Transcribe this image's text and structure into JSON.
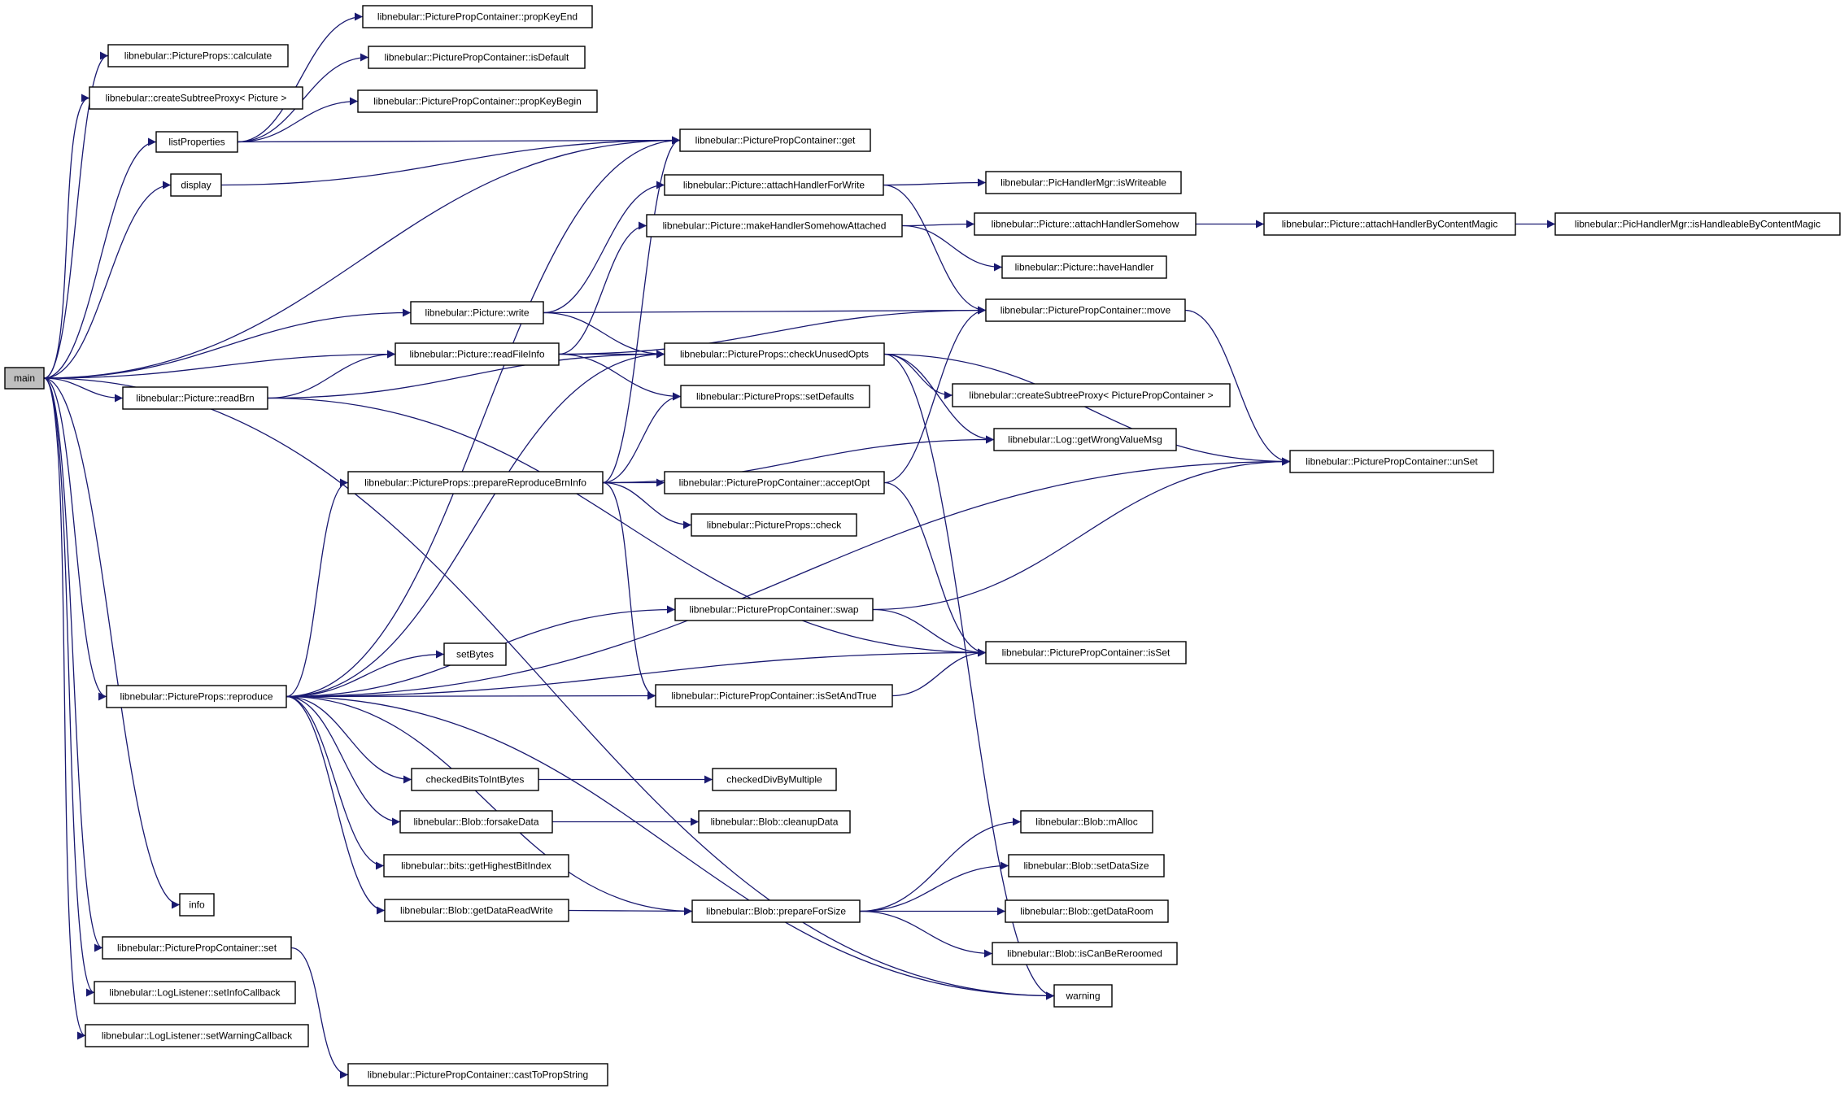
{
  "colors": {
    "edge": "#191970",
    "node_border": "#000000",
    "node_fill": "#ffffff",
    "root_fill": "#bfbfbf",
    "background": "#ffffff"
  },
  "nodes": [
    {
      "id": "main",
      "label": "main",
      "root": true
    },
    {
      "id": "calculate",
      "label": "libnebular::PictureProps::calculate"
    },
    {
      "id": "createSubtreePicture",
      "label": "libnebular::createSubtreeProxy< Picture >"
    },
    {
      "id": "listProperties",
      "label": "listProperties"
    },
    {
      "id": "display",
      "label": "display"
    },
    {
      "id": "propKeyEnd",
      "label": "libnebular::PicturePropContainer::propKeyEnd"
    },
    {
      "id": "isDefault",
      "label": "libnebular::PicturePropContainer::isDefault"
    },
    {
      "id": "propKeyBegin",
      "label": "libnebular::PicturePropContainer::propKeyBegin"
    },
    {
      "id": "get",
      "label": "libnebular::PicturePropContainer::get"
    },
    {
      "id": "attachHandlerForWrite",
      "label": "libnebular::Picture::attachHandlerForWrite"
    },
    {
      "id": "isWriteable",
      "label": "libnebular::PicHandlerMgr::isWriteable"
    },
    {
      "id": "makeHandlerSomehowAttached",
      "label": "libnebular::Picture::makeHandlerSomehowAttached"
    },
    {
      "id": "attachHandlerSomehow",
      "label": "libnebular::Picture::attachHandlerSomehow"
    },
    {
      "id": "attachHandlerByContentMagic",
      "label": "libnebular::Picture::attachHandlerByContentMagic"
    },
    {
      "id": "isHandleableByContentMagic",
      "label": "libnebular::PicHandlerMgr::isHandleableByContentMagic"
    },
    {
      "id": "haveHandler",
      "label": "libnebular::Picture::haveHandler"
    },
    {
      "id": "write",
      "label": "libnebular::Picture::write"
    },
    {
      "id": "move",
      "label": "libnebular::PicturePropContainer::move"
    },
    {
      "id": "readFileInfo",
      "label": "libnebular::Picture::readFileInfo"
    },
    {
      "id": "checkUnusedOpts",
      "label": "libnebular::PictureProps::checkUnusedOpts"
    },
    {
      "id": "readBrn",
      "label": "libnebular::Picture::readBrn"
    },
    {
      "id": "createSubtreePPC",
      "label": "libnebular::createSubtreeProxy< PicturePropContainer >"
    },
    {
      "id": "setDefaults",
      "label": "libnebular::PictureProps::setDefaults"
    },
    {
      "id": "getWrongValueMsg",
      "label": "libnebular::Log::getWrongValueMsg"
    },
    {
      "id": "unSet",
      "label": "libnebular::PicturePropContainer::unSet"
    },
    {
      "id": "prepareReproduceBrnInfo",
      "label": "libnebular::PictureProps::prepareReproduceBrnInfo"
    },
    {
      "id": "acceptOpt",
      "label": "libnebular::PicturePropContainer::acceptOpt"
    },
    {
      "id": "check",
      "label": "libnebular::PictureProps::check"
    },
    {
      "id": "swap",
      "label": "libnebular::PicturePropContainer::swap"
    },
    {
      "id": "isSet",
      "label": "libnebular::PicturePropContainer::isSet"
    },
    {
      "id": "setBytes",
      "label": "setBytes"
    },
    {
      "id": "reproduce",
      "label": "libnebular::PictureProps::reproduce"
    },
    {
      "id": "isSetAndTrue",
      "label": "libnebular::PicturePropContainer::isSetAndTrue"
    },
    {
      "id": "checkedBitsToIntBytes",
      "label": "checkedBitsToIntBytes"
    },
    {
      "id": "checkedDivByMultiple",
      "label": "checkedDivByMultiple"
    },
    {
      "id": "forsakeData",
      "label": "libnebular::Blob::forsakeData"
    },
    {
      "id": "cleanupData",
      "label": "libnebular::Blob::cleanupData"
    },
    {
      "id": "mAlloc",
      "label": "libnebular::Blob::mAlloc"
    },
    {
      "id": "getHighestBitIndex",
      "label": "libnebular::bits::getHighestBitIndex"
    },
    {
      "id": "setDataSize",
      "label": "libnebular::Blob::setDataSize"
    },
    {
      "id": "getDataReadWrite",
      "label": "libnebular::Blob::getDataReadWrite"
    },
    {
      "id": "prepareForSize",
      "label": "libnebular::Blob::prepareForSize"
    },
    {
      "id": "getDataRoom",
      "label": "libnebular::Blob::getDataRoom"
    },
    {
      "id": "info",
      "label": "info"
    },
    {
      "id": "isCanBeReroomed",
      "label": "libnebular::Blob::isCanBeReroomed"
    },
    {
      "id": "set",
      "label": "libnebular::PicturePropContainer::set"
    },
    {
      "id": "warning",
      "label": "warning"
    },
    {
      "id": "setInfoCallback",
      "label": "libnebular::LogListener::setInfoCallback"
    },
    {
      "id": "setWarningCallback",
      "label": "libnebular::LogListener::setWarningCallback"
    },
    {
      "id": "castToPropString",
      "label": "libnebular::PicturePropContainer::castToPropString"
    }
  ],
  "edges": [
    [
      "main",
      "calculate"
    ],
    [
      "main",
      "createSubtreePicture"
    ],
    [
      "main",
      "listProperties"
    ],
    [
      "main",
      "display"
    ],
    [
      "main",
      "get"
    ],
    [
      "main",
      "write"
    ],
    [
      "main",
      "readFileInfo"
    ],
    [
      "main",
      "readBrn"
    ],
    [
      "main",
      "reproduce"
    ],
    [
      "main",
      "info"
    ],
    [
      "main",
      "set"
    ],
    [
      "main",
      "setInfoCallback"
    ],
    [
      "main",
      "setWarningCallback"
    ],
    [
      "main",
      "warning"
    ],
    [
      "listProperties",
      "propKeyEnd"
    ],
    [
      "listProperties",
      "isDefault"
    ],
    [
      "listProperties",
      "propKeyBegin"
    ],
    [
      "listProperties",
      "get"
    ],
    [
      "display",
      "get"
    ],
    [
      "write",
      "attachHandlerForWrite"
    ],
    [
      "write",
      "checkUnusedOpts"
    ],
    [
      "write",
      "move"
    ],
    [
      "attachHandlerForWrite",
      "isWriteable"
    ],
    [
      "attachHandlerForWrite",
      "move"
    ],
    [
      "makeHandlerSomehowAttached",
      "attachHandlerSomehow"
    ],
    [
      "makeHandlerSomehowAttached",
      "haveHandler"
    ],
    [
      "attachHandlerSomehow",
      "attachHandlerByContentMagic"
    ],
    [
      "attachHandlerByContentMagic",
      "isHandleableByContentMagic"
    ],
    [
      "readFileInfo",
      "makeHandlerSomehowAttached"
    ],
    [
      "readFileInfo",
      "checkUnusedOpts"
    ],
    [
      "readFileInfo",
      "move"
    ],
    [
      "readFileInfo",
      "setDefaults"
    ],
    [
      "readBrn",
      "readFileInfo"
    ],
    [
      "readBrn",
      "checkUnusedOpts"
    ],
    [
      "readBrn",
      "isSet"
    ],
    [
      "checkUnusedOpts",
      "createSubtreePPC"
    ],
    [
      "checkUnusedOpts",
      "getWrongValueMsg"
    ],
    [
      "checkUnusedOpts",
      "unSet"
    ],
    [
      "checkUnusedOpts",
      "warning"
    ],
    [
      "move",
      "unSet"
    ],
    [
      "prepareReproduceBrnInfo",
      "get"
    ],
    [
      "prepareReproduceBrnInfo",
      "setDefaults"
    ],
    [
      "prepareReproduceBrnInfo",
      "getWrongValueMsg"
    ],
    [
      "prepareReproduceBrnInfo",
      "acceptOpt"
    ],
    [
      "prepareReproduceBrnInfo",
      "check"
    ],
    [
      "prepareReproduceBrnInfo",
      "isSetAndTrue"
    ],
    [
      "acceptOpt",
      "move"
    ],
    [
      "acceptOpt",
      "isSet"
    ],
    [
      "swap",
      "isSet"
    ],
    [
      "swap",
      "unSet"
    ],
    [
      "isSetAndTrue",
      "isSet"
    ],
    [
      "reproduce",
      "get"
    ],
    [
      "reproduce",
      "checkUnusedOpts"
    ],
    [
      "reproduce",
      "prepareReproduceBrnInfo"
    ],
    [
      "reproduce",
      "unSet"
    ],
    [
      "reproduce",
      "swap"
    ],
    [
      "reproduce",
      "setBytes"
    ],
    [
      "reproduce",
      "isSetAndTrue"
    ],
    [
      "reproduce",
      "isSet"
    ],
    [
      "reproduce",
      "checkedBitsToIntBytes"
    ],
    [
      "reproduce",
      "forsakeData"
    ],
    [
      "reproduce",
      "getHighestBitIndex"
    ],
    [
      "reproduce",
      "getDataReadWrite"
    ],
    [
      "reproduce",
      "prepareForSize"
    ],
    [
      "reproduce",
      "warning"
    ],
    [
      "checkedBitsToIntBytes",
      "checkedDivByMultiple"
    ],
    [
      "forsakeData",
      "cleanupData"
    ],
    [
      "getDataReadWrite",
      "prepareForSize"
    ],
    [
      "prepareForSize",
      "mAlloc"
    ],
    [
      "prepareForSize",
      "setDataSize"
    ],
    [
      "prepareForSize",
      "getDataRoom"
    ],
    [
      "prepareForSize",
      "isCanBeReroomed"
    ],
    [
      "set",
      "castToPropString"
    ]
  ]
}
